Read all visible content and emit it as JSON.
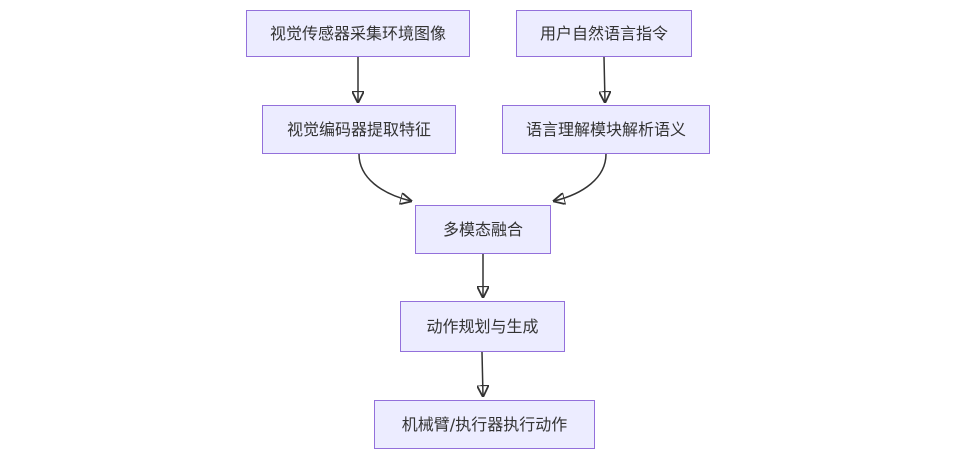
{
  "diagram": {
    "type": "flowchart",
    "direction": "top-down",
    "background": "#ffffff",
    "colors": {
      "node_fill": "#ECECFF",
      "node_border": "#9370DB",
      "edge": "#333333",
      "text": "#333333"
    },
    "nodes": [
      {
        "id": "vision-sensor",
        "label": "视觉传感器采集环境图像"
      },
      {
        "id": "user-instruction",
        "label": "用户自然语言指令"
      },
      {
        "id": "vision-encoder",
        "label": "视觉编码器提取特征"
      },
      {
        "id": "language-understanding",
        "label": "语言理解模块解析语义"
      },
      {
        "id": "multimodal-fusion",
        "label": "多模态融合"
      },
      {
        "id": "action-planning",
        "label": "动作规划与生成"
      },
      {
        "id": "actuator-execution",
        "label": "机械臂/执行器执行动作"
      }
    ],
    "edges": [
      {
        "from": "vision-sensor",
        "to": "vision-encoder"
      },
      {
        "from": "user-instruction",
        "to": "language-understanding"
      },
      {
        "from": "vision-encoder",
        "to": "multimodal-fusion"
      },
      {
        "from": "language-understanding",
        "to": "multimodal-fusion"
      },
      {
        "from": "multimodal-fusion",
        "to": "action-planning"
      },
      {
        "from": "action-planning",
        "to": "actuator-execution"
      }
    ]
  }
}
